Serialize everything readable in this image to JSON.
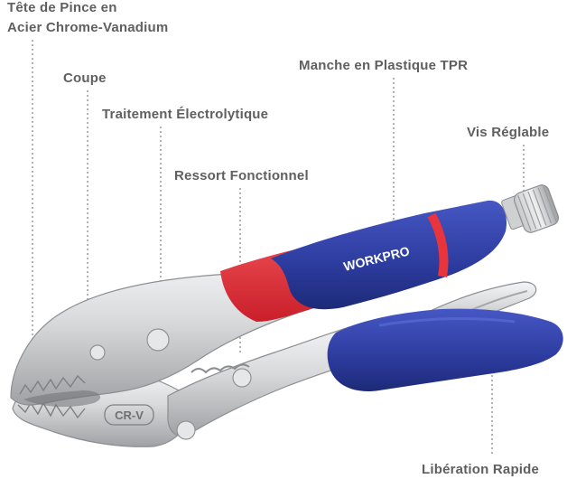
{
  "callouts": {
    "jaw_line1": "Tête de Pince en",
    "jaw_line2": "Acier Chrome-Vanadium",
    "cutter": "Coupe",
    "plating": "Traitement Électrolytique",
    "spring": "Ressort Fonctionnel",
    "handle": "Manche en Plastique TPR",
    "screw": "Vis Réglable",
    "release": "Libération Rapide"
  },
  "product": {
    "brand": "WORKPRO",
    "steel_mark": "CR-V"
  },
  "colors": {
    "label_text": "#5f5f5f",
    "handle_blue": "#2f40a6",
    "handle_red": "#e8343c",
    "steel": "#d9dadc",
    "leader_line": "#8a8a8a"
  }
}
